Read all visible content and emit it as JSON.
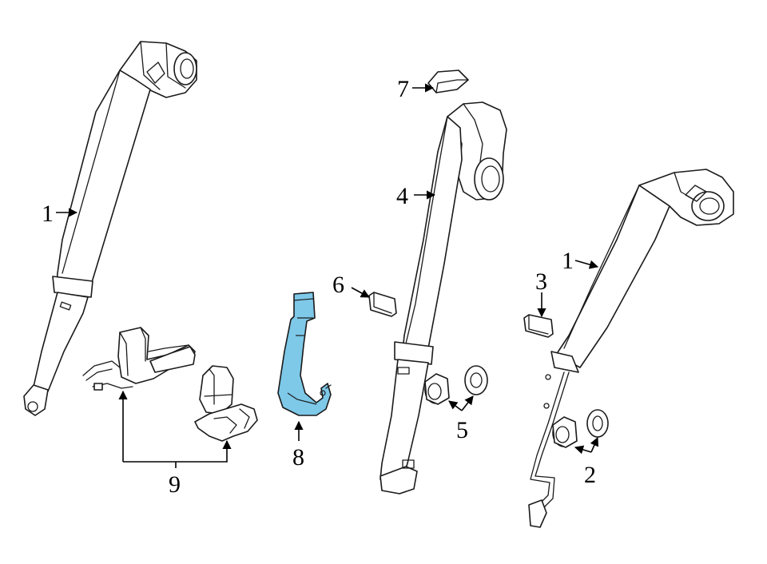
{
  "diagram": {
    "highlight_color": "#7ec8e8",
    "callouts": {
      "c1_left": "1",
      "c1_right": "1",
      "c2": "2",
      "c3": "3",
      "c4": "4",
      "c5": "5",
      "c6": "6",
      "c7": "7",
      "c8": "8",
      "c9": "9"
    }
  }
}
